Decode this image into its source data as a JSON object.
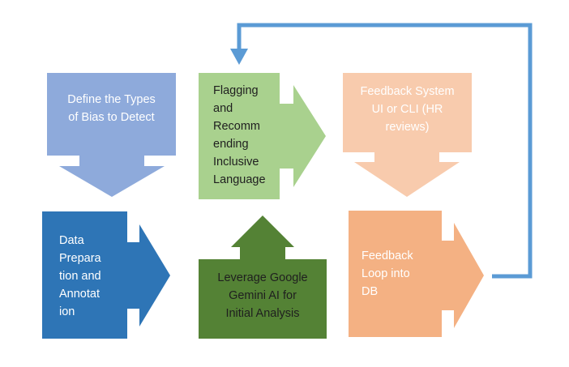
{
  "boxes": {
    "define_bias": {
      "label": "Define the Types\nof Bias to Detect",
      "fill": "#8eaadb",
      "text_color": "#ffffff"
    },
    "data_prep": {
      "label": "Data\nPrepara\ntion and\nAnnotat\nion",
      "fill": "#2e75b6",
      "text_color": "#ffffff"
    },
    "flagging": {
      "label": "Flagging\nand\nRecomm\nending\nInclusive\nLanguage",
      "fill": "#a9d18e",
      "text_color": "#1f1f1f"
    },
    "gemini": {
      "label": "Leverage Google\nGemini AI for\nInitial Analysis",
      "fill": "#548235",
      "text_color": "#1f1f1f"
    },
    "feedback_system": {
      "label": "Feedback System\nUI or CLI (HR\nreviews)",
      "fill": "#f8cbad",
      "text_color": "#ffffff"
    },
    "feedback_loop": {
      "label": "Feedback\nLoop into\nDB",
      "fill": "#f4b183",
      "text_color": "#ffffff"
    }
  },
  "loop_connector": {
    "color": "#5b9bd5"
  }
}
